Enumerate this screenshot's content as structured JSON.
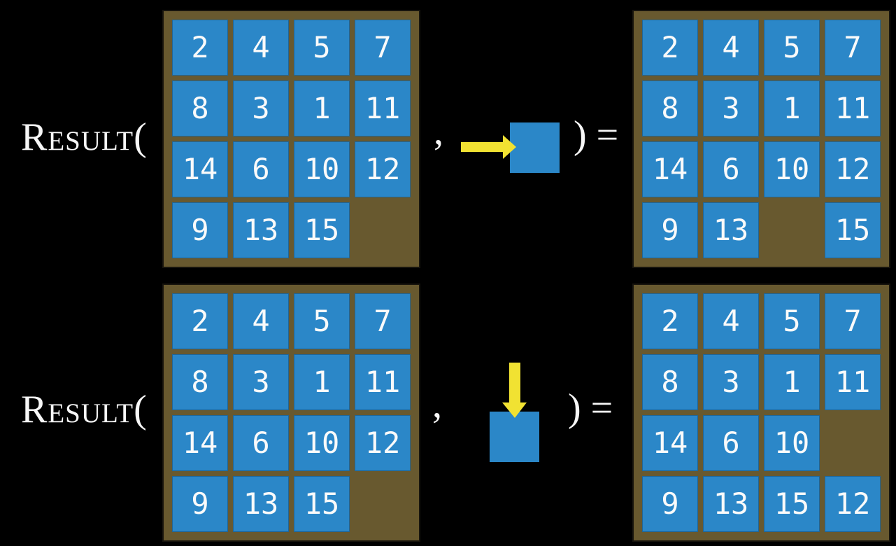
{
  "figure": {
    "description": "Two examples of the RESULT function applied to 15-puzzle states",
    "function_label": "Result(",
    "comma": ",",
    "close_equals": ") ="
  },
  "colors": {
    "background": "#000000",
    "board_brown": "#68592f",
    "tile_blue": "#2b87c8",
    "arrow_yellow": "#f1e232",
    "text_white": "#f7f7f7"
  },
  "examples": [
    {
      "name": "slide-tile-right",
      "action_direction": "right",
      "initial_board": {
        "rows": [
          [
            "2",
            "4",
            "5",
            "7"
          ],
          [
            "8",
            "3",
            "1",
            "11"
          ],
          [
            "14",
            "6",
            "10",
            "12"
          ],
          [
            "9",
            "13",
            "15",
            ""
          ]
        ]
      },
      "result_board": {
        "rows": [
          [
            "2",
            "4",
            "5",
            "7"
          ],
          [
            "8",
            "3",
            "1",
            "11"
          ],
          [
            "14",
            "6",
            "10",
            "12"
          ],
          [
            "9",
            "13",
            "",
            "15"
          ]
        ]
      }
    },
    {
      "name": "slide-tile-down",
      "action_direction": "down",
      "initial_board": {
        "rows": [
          [
            "2",
            "4",
            "5",
            "7"
          ],
          [
            "8",
            "3",
            "1",
            "11"
          ],
          [
            "14",
            "6",
            "10",
            "12"
          ],
          [
            "9",
            "13",
            "15",
            ""
          ]
        ]
      },
      "result_board": {
        "rows": [
          [
            "2",
            "4",
            "5",
            "7"
          ],
          [
            "8",
            "3",
            "1",
            "11"
          ],
          [
            "14",
            "6",
            "10",
            ""
          ],
          [
            "9",
            "13",
            "15",
            "12"
          ]
        ]
      }
    }
  ]
}
